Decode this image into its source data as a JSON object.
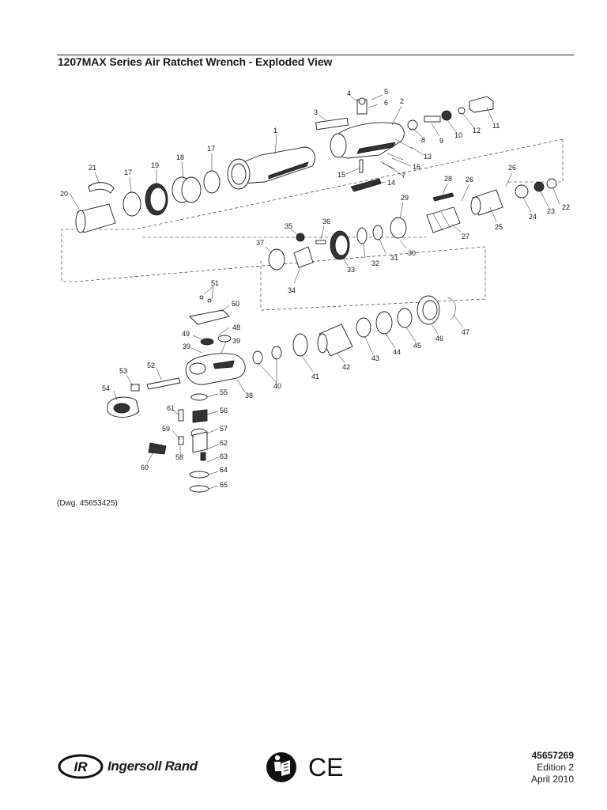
{
  "page": {
    "title": "1207MAX Series Air Ratchet Wrench - Exploded View",
    "drawing_ref": "(Dwg. 45653425)"
  },
  "footer": {
    "brand_name": "Ingersoll Rand",
    "brand_mark": "IR",
    "doc_number": "45657269",
    "edition": "Edition 2",
    "date": "April 2010",
    "ce_mark": "CE"
  },
  "callouts": [
    "1",
    "2",
    "3",
    "4",
    "5",
    "6",
    "7",
    "8",
    "9",
    "10",
    "11",
    "12",
    "13",
    "14",
    "15",
    "16",
    "17",
    "17",
    "18",
    "19",
    "20",
    "21",
    "22",
    "23",
    "24",
    "25",
    "26",
    "26",
    "27",
    "28",
    "29",
    "30",
    "31",
    "32",
    "33",
    "34",
    "35",
    "36",
    "37",
    "38",
    "39",
    "39",
    "40",
    "41",
    "42",
    "43",
    "44",
    "45",
    "46",
    "47",
    "48",
    "49",
    "50",
    "51",
    "52",
    "53",
    "54",
    "55",
    "56",
    "57",
    "58",
    "59",
    "60",
    "61",
    "62",
    "63",
    "64",
    "65"
  ]
}
